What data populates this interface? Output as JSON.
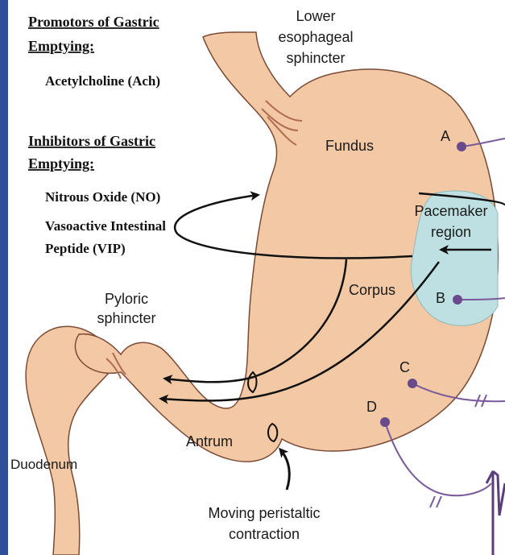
{
  "left_text": {
    "promotors_heading_line1": "Promotors of Gastric",
    "promotors_heading_line2": "Emptying:",
    "promotor_item": "Acetylcholine (Ach)",
    "inhibitors_heading_line1": "Inhibitors of Gastric",
    "inhibitors_heading_line2": "Emptying:",
    "inhibitor_item1": "Nitrous Oxide (NO)",
    "inhibitor_item2_line1": "Vasoactive Intestinal",
    "inhibitor_item2_line2": "Peptide (VIP)"
  },
  "labels": {
    "les_line1": "Lower",
    "les_line2": "esophageal",
    "les_line3": "sphincter",
    "fundus": "Fundus",
    "pacemaker_line1": "Pacemaker",
    "pacemaker_line2": "region",
    "corpus": "Corpus",
    "pyloric_line1": "Pyloric",
    "pyloric_line2": "sphincter",
    "antrum": "Antrum",
    "duodenum": "Duodenum",
    "peristaltic_line1": "Moving peristaltic",
    "peristaltic_line2": "contraction"
  },
  "electrodes": [
    "A",
    "B",
    "C",
    "D"
  ],
  "colors": {
    "stomach_fill": "#f2c9a4",
    "stomach_outline": "#7a4a35",
    "pacemaker_fill": "#bfe0e2",
    "electrode_wire": "#7a5a9a",
    "arrow": "#111111",
    "accent_bar": "#2f4f9a"
  }
}
